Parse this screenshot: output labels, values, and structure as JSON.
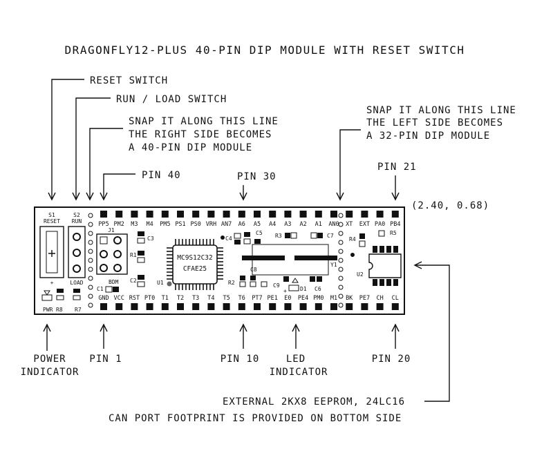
{
  "title": "DRAGONFLY12-PLUS 40-PIN DIP MODULE WITH RESET SWITCH",
  "callouts": {
    "reset_switch": "RESET SWITCH",
    "run_load_switch": "RUN / LOAD SWITCH",
    "snap_right": [
      "SNAP IT ALONG THIS LINE",
      "THE RIGHT SIDE BECOMES",
      "A 40-PIN DIP MODULE"
    ],
    "snap_left": [
      "SNAP IT ALONG THIS LINE",
      "THE LEFT SIDE BECOMES",
      "A 32-PIN DIP MODULE"
    ],
    "pin40": "PIN 40",
    "pin30": "PIN 30",
    "pin21": "PIN 21",
    "coords": "(2.40, 0.68)",
    "power_indicator": [
      "POWER",
      "INDICATOR"
    ],
    "pin1": "PIN 1",
    "pin10": "PIN 10",
    "led_indicator": [
      "LED",
      "INDICATOR"
    ],
    "pin20": "PIN 20",
    "eeprom": "EXTERNAL 2KX8 EEPROM, 24LC16",
    "can_port": "CAN PORT FOOTPRINT IS PROVIDED ON BOTTOM SIDE"
  },
  "board": {
    "top_pins": [
      "PP5",
      "PM2",
      "M3",
      "M4",
      "PM5",
      "PS1",
      "PS0",
      "VRH",
      "AN7",
      "A6",
      "A5",
      "A4",
      "A3",
      "A2",
      "A1",
      "AN0",
      "XT",
      "EXT",
      "PA0",
      "PB4"
    ],
    "bottom_pins": [
      "GND",
      "VCC",
      "RST",
      "PT0",
      "T1",
      "T2",
      "T3",
      "T4",
      "T5",
      "T6",
      "PT7",
      "PE1",
      "E0",
      "PE4",
      "PM0",
      "M1",
      "BK",
      "PE7",
      "CH",
      "CL"
    ],
    "s1": [
      "S1",
      "RESET"
    ],
    "s2": [
      "S2",
      "RUN"
    ],
    "load": "LOAD",
    "pwr": "PWR",
    "j1": "J1",
    "bdm": "BDM",
    "chip": [
      "MC9S12C32",
      "CFAE25"
    ],
    "u1": "U1",
    "u2": "U2",
    "y1": "Y1",
    "d1": "D1",
    "refs": {
      "c1": "C1",
      "c2": "C2",
      "c3": "C3",
      "c4": "C4",
      "c5": "C5",
      "c6": "C6",
      "c7": "C7",
      "c8": "C8",
      "c9": "C9",
      "r1": "R1",
      "r2": "R2",
      "r3": "R3",
      "r4": "R4",
      "r5": "R5",
      "r7": "R7",
      "r8": "R8"
    }
  }
}
